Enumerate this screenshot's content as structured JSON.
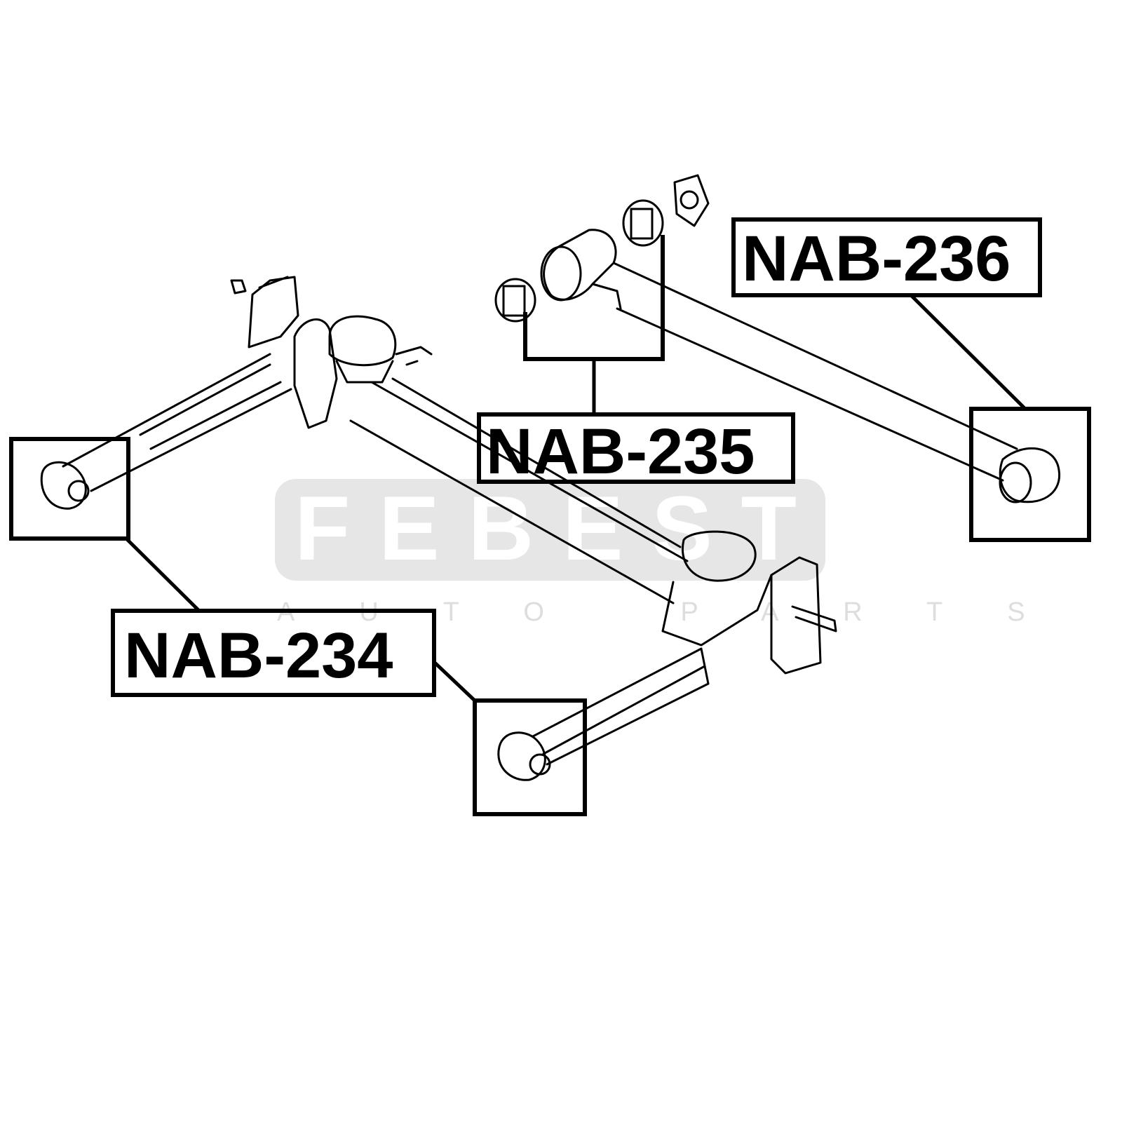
{
  "watermark": {
    "brand": "FEBEST",
    "tagline": "AUTO PARTS"
  },
  "labels": {
    "nab236": "NAB-236",
    "nab235": "NAB-235",
    "nab234": "NAB-234"
  }
}
